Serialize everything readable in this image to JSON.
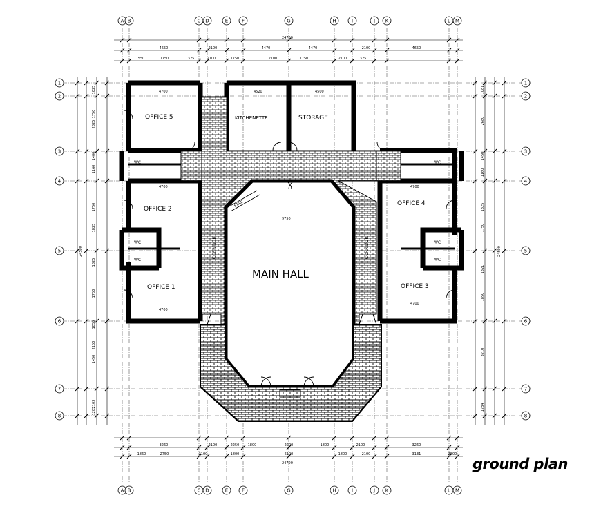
{
  "caption": "ground plan",
  "grid": {
    "columns": [
      "A",
      "B",
      "C",
      "D",
      "E",
      "F",
      "G",
      "H",
      "I",
      "J",
      "K",
      "L",
      "M"
    ],
    "rows": [
      "1",
      "2",
      "3",
      "4",
      "5",
      "6",
      "7",
      "8"
    ]
  },
  "overall_dimension": "24700",
  "side_dimension": "24500",
  "rooms": {
    "office5": "OFFICE 5",
    "kitchen": "KITCHENETTE",
    "storage": "STORAGE",
    "office2": "OFFICE 2",
    "office4": "OFFICE 4",
    "office1": "OFFICE 1",
    "office3": "OFFICE 3",
    "main_hall": "MAIN HALL",
    "wc": "WC",
    "corridor": "CORRIDOR",
    "stair": "STAIR"
  },
  "top_dims_1": [
    "4650",
    "2100",
    "4470",
    "4470",
    "2100",
    "4650"
  ],
  "top_dims_2": [
    "1550",
    "1750",
    "1325",
    "2100",
    "1750",
    "2100",
    "1750",
    "2100",
    "1325"
  ],
  "bottom_dims_1": [
    "3260",
    "2100",
    "2250",
    "1800",
    "2200",
    "1800",
    "2100",
    "3260"
  ],
  "bottom_dims_2": [
    "1860",
    "2750",
    "2100",
    "1800",
    "6100",
    "1800",
    "2100",
    "3131",
    "2800"
  ],
  "room_dims": {
    "office5_w": "4700",
    "kitchen_w": "4520",
    "storage_w": "4500",
    "hall_w": "9750",
    "office2_w": "4700",
    "office4_w": "4700",
    "office1_w": "4700",
    "office3_w": "4700"
  },
  "left_dims": [
    "1025",
    "1750",
    "2825",
    "1400",
    "1160",
    "1750",
    "1825",
    "1825",
    "1750",
    "1850",
    "2150",
    "1450",
    "2103",
    "1285"
  ],
  "right_dims": [
    "1081",
    "2680",
    "1450",
    "1160",
    "1825",
    "1750",
    "1321",
    "1850",
    "3210",
    "1284"
  ]
}
